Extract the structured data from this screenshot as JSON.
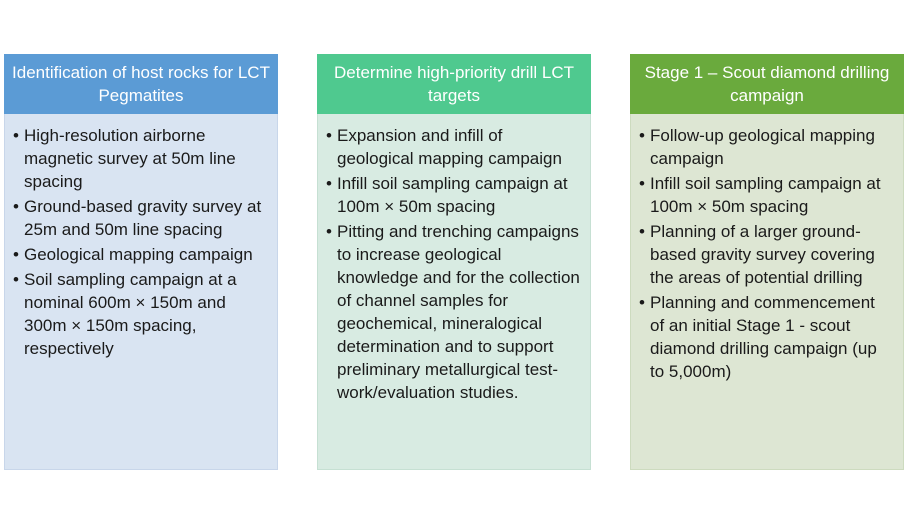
{
  "columns": [
    {
      "header": "Identification of host rocks for LCT Pegmatites",
      "header_color": "#5b9bd5",
      "body_color": "#d9e4f2",
      "items": [
        "High-resolution airborne magnetic survey at 50m line spacing",
        "Ground-based gravity survey at 25m and 50m line spacing",
        "Geological mapping campaign",
        "Soil sampling campaign at a nominal 600m × 150m and 300m × 150m spacing, respectively"
      ]
    },
    {
      "header": "Determine high-priority drill LCT targets",
      "header_color": "#4fc98f",
      "body_color": "#d8ebe2",
      "items": [
        "Expansion and infill of geological mapping campaign",
        "Infill soil sampling campaign at 100m × 50m spacing",
        "Pitting and trenching campaigns to increase geological knowledge and for the collection of channel samples for geochemical, mineralogical determination and to support preliminary metallurgical test-work/evaluation studies."
      ]
    },
    {
      "header": "Stage 1 – Scout diamond drilling campaign",
      "header_color": "#6aaa3d",
      "body_color": "#dde6d3",
      "items": [
        "Follow-up geological mapping campaign",
        "Infill soil sampling campaign at 100m × 50m spacing",
        "Planning of a larger ground-based gravity survey covering the areas of potential drilling",
        "Planning and commencement of an initial Stage 1 - scout diamond drilling campaign (up to 5,000m)"
      ]
    }
  ],
  "bullet_glyph": "•"
}
